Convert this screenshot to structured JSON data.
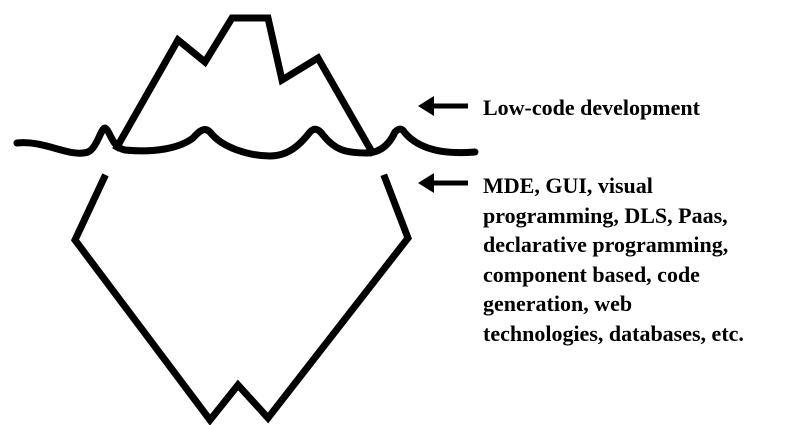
{
  "annotations": {
    "above_water": "Low-code development",
    "below_water_lines": [
      "MDE, GUI, visual",
      "programming, DLS, Paas,",
      "declarative programming,",
      "component based, code",
      "generation, web",
      "technologies, databases, etc."
    ]
  },
  "colors": {
    "stroke": "#000000",
    "background": "#ffffff"
  }
}
